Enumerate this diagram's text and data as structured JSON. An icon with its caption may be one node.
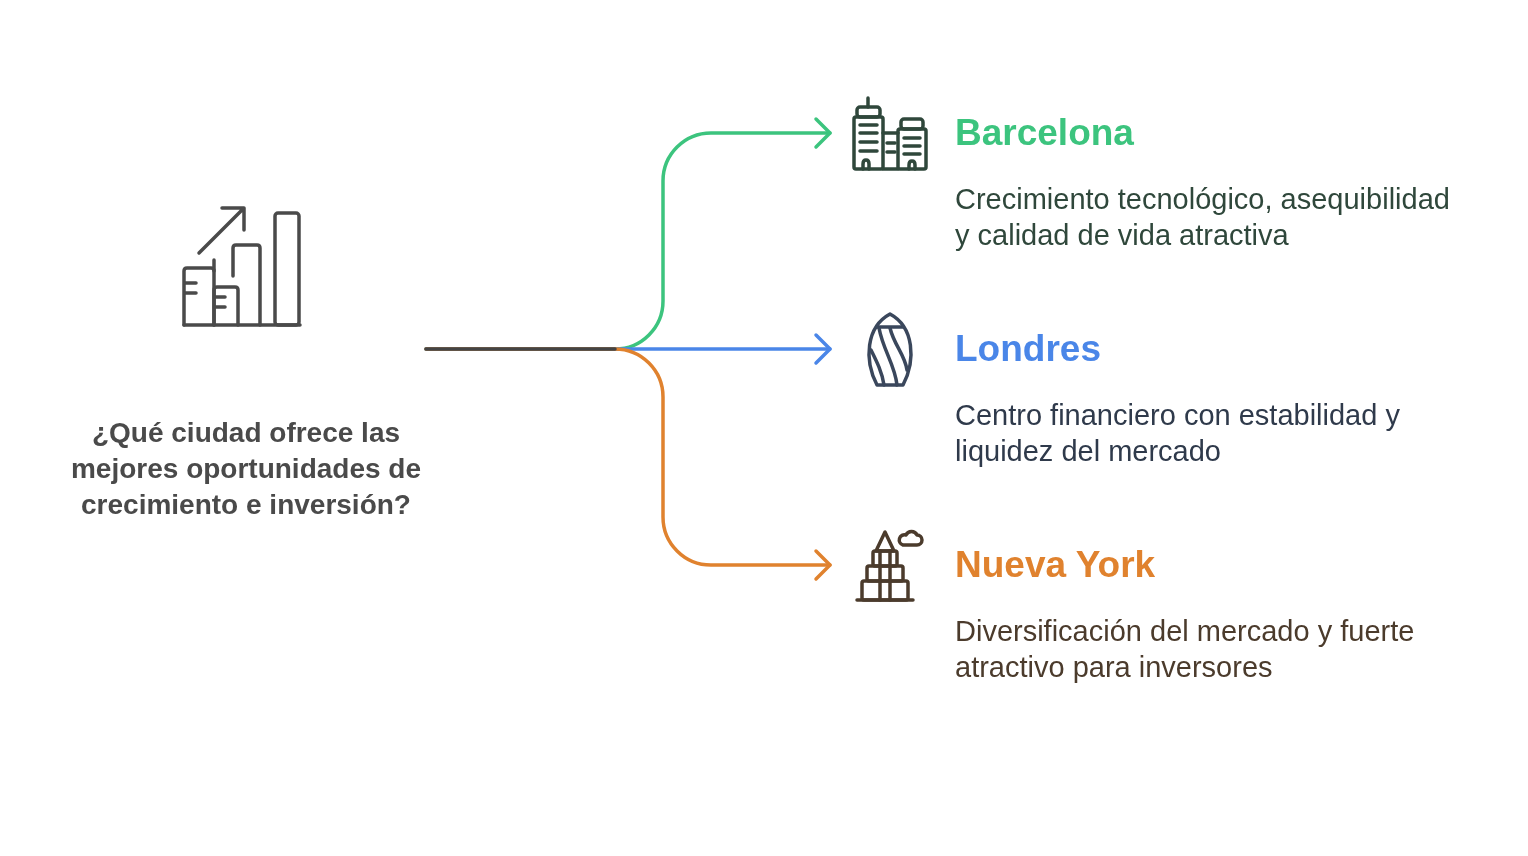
{
  "diagram": {
    "nodes": [
      {
        "text": [
          "¿Qué ciudad ofrece las mejores oportunidades de crecimiento e inversión?"
        ]
      },
      {
        "text": [
          "Barcelona",
          "Crecimiento tecnológico, asequibilidad y calidad de vida atractiva"
        ]
      },
      {
        "text": [
          "Londres",
          "Centro financiero con estabilidad y liquidez del mercado"
        ]
      },
      {
        "text": [
          "Nueva York",
          "Diversificación del mercado y fuerte atractivo para inversores"
        ]
      }
    ],
    "edges": [
      {
        "from": 0,
        "to": 1,
        "arrow": "to",
        "color": "#3cc47e"
      },
      {
        "from": 0,
        "to": 2,
        "arrow": "to",
        "color": "#4a86e8"
      },
      {
        "from": 0,
        "to": 3,
        "arrow": "to",
        "color": "#e0822e"
      }
    ]
  }
}
